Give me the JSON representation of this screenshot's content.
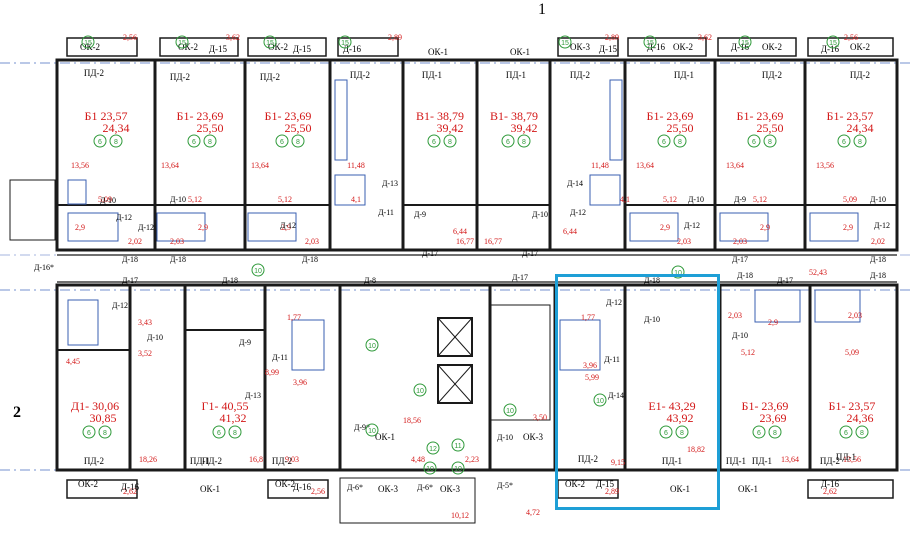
{
  "colors": {
    "wall": "#1a1a1a",
    "red": "#d31818",
    "green": "#2f9a3a",
    "blue": "#3a5fb0",
    "highlight": "#1e9fd6"
  },
  "section_markers": {
    "top": "1",
    "left": "2"
  },
  "apartments_top": [
    {
      "type": "Б1",
      "a": "23,57",
      "b": "24,34"
    },
    {
      "type": "Б1-",
      "a": "23,69",
      "b": "25,50"
    },
    {
      "type": "Б1-",
      "a": "23,69",
      "b": "25,50"
    },
    {
      "type": "В1-",
      "a": "38,79",
      "b": "39,42"
    },
    {
      "type": "В1-",
      "a": "38,79",
      "b": "39,42"
    },
    {
      "type": "Б1-",
      "a": "23,69",
      "b": "25,50"
    },
    {
      "type": "Б1-",
      "a": "23,69",
      "b": "25,50"
    },
    {
      "type": "Б1-",
      "a": "23,57",
      "b": "24,34"
    }
  ],
  "apartments_bottom": [
    {
      "type": "Д1-",
      "a": "30,06",
      "b": "30,85"
    },
    {
      "type": "Г1-",
      "a": "40,55",
      "b": "41,32"
    },
    {
      "type": "Е1-",
      "a": "43,29",
      "b": "43,92"
    },
    {
      "type": "Б1-",
      "a": "23,69",
      "b": "23,69"
    },
    {
      "type": "Б1-",
      "a": "23,57",
      "b": "24,36"
    }
  ],
  "balcony_areas_top": [
    "2,56",
    "3,62",
    "2,89",
    "2,89",
    "3,62",
    "2,56"
  ],
  "balcony_areas_bottom": [
    "2,62",
    "2,56",
    "10,12",
    "4,72",
    "2,89",
    "2,62"
  ],
  "kitchen_areas": [
    "13,56",
    "13,64",
    "13,64",
    "11,48",
    "11,48",
    "13,64",
    "13,64",
    "13,56"
  ],
  "bath_areas_top": [
    "5,09",
    "5,12",
    "5,12",
    "4,1",
    "4,1",
    "5,12",
    "5,12",
    "5,09"
  ],
  "wc_areas_top": [
    "2,9",
    "2,9",
    "2,9",
    "2,9",
    "2,9",
    "2,9"
  ],
  "hall_areas_top": [
    "2,02",
    "2,03",
    "2,03",
    "16,77",
    "16,77",
    "2,03",
    "2,03",
    "2,02"
  ],
  "corridor_areas": [
    "6,44",
    "6,44",
    "52,43"
  ],
  "misc_areas": [
    "3,43",
    "3,52",
    "4,45",
    "1,77",
    "3,96",
    "8,99",
    "18,56",
    "4,48",
    "2,23",
    "3,50",
    "1,77",
    "5,99",
    "3,96",
    "9,15",
    "18,82",
    "5,12",
    "5,09",
    "2,03",
    "18,26",
    "16,8",
    "9,03",
    "13,64",
    "13,56",
    "2,9",
    "2,03"
  ],
  "window_labels": [
    "ОК-2",
    "ОК-2",
    "ОК-2",
    "ОК-1",
    "ОК-1",
    "ОК-3",
    "ОК-2",
    "ОК-2",
    "ОК-2",
    "ОК-2",
    "ОК-1",
    "ОК-1",
    "ОК-3",
    "ОК-3",
    "ОК-3",
    "ОК-2",
    "ОК-1",
    "ОК-1",
    "ОК-2"
  ],
  "balcony_door_labels": [
    "Д-15",
    "Д-15",
    "Д-16",
    "Д-15",
    "Д-16",
    "Д-16",
    "Д-16",
    "Д-16",
    "Д-16",
    "Д-15",
    "Д-16"
  ],
  "panel_door_labels": [
    "ПД-2",
    "ПД-2",
    "ПД-2",
    "ПД-2",
    "ПД-1",
    "ПД-1",
    "ПД-2",
    "ПД-1",
    "ПД-2",
    "ПД-2",
    "ПД-2",
    "ПД-2",
    "ПД-2",
    "ПД-1",
    "ПД-1",
    "ПД-2",
    "ПД-1",
    "ПД-1",
    "ПД-1",
    "ПД-2"
  ],
  "door_labels": [
    "Д-10",
    "Д-10",
    "Д-13",
    "Д-11",
    "Д-9",
    "Д-10",
    "Д-14",
    "Д-12",
    "Д-10",
    "Д-9",
    "Д-10",
    "Д-18",
    "Д-18",
    "Д-18",
    "Д-17",
    "Д-17",
    "Д-17",
    "Д-18",
    "Д-17",
    "Д-18",
    "Д-17",
    "Д-17",
    "Д-8",
    "Д-18",
    "Д-18",
    "Д-18",
    "Д-12",
    "Д-10",
    "Д-9",
    "Д-11",
    "Д-13",
    "Д-9*",
    "Д-10",
    "Д-12",
    "Д-10",
    "Д-11",
    "Д-14",
    "Д-10",
    "Д-6*",
    "Д-6*",
    "Д-5*",
    "Д-16*",
    "Д-12",
    "Д-12",
    "Д-12",
    "Д-12",
    "Д-12"
  ],
  "circle_marks": [
    "15",
    "15",
    "15",
    "15",
    "15",
    "15",
    "15",
    "15",
    "10",
    "10",
    "10",
    "10",
    "10",
    "10",
    "10",
    "10",
    "10",
    "11",
    "12"
  ]
}
